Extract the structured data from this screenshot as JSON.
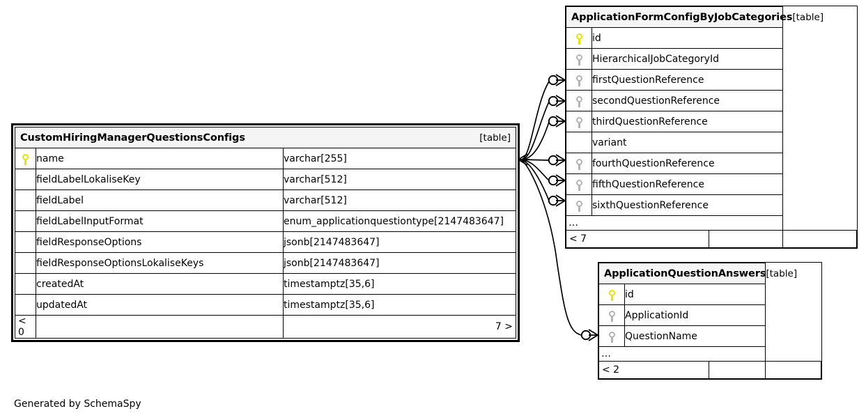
{
  "diagram": {
    "credit": "Generated by SchemaSpy",
    "table_tag": "[table]",
    "ellipsis": "…"
  },
  "tables": {
    "custom_hiring": {
      "name": "CustomHiringManagerQuestionsConfigs",
      "tag": "[table]",
      "columns": [
        {
          "key": "primary",
          "name": "name",
          "type": "varchar[255]"
        },
        {
          "key": "none",
          "name": "fieldLabelLokaliseKey",
          "type": "varchar[512]"
        },
        {
          "key": "none",
          "name": "fieldLabel",
          "type": "varchar[512]"
        },
        {
          "key": "none",
          "name": "fieldLabelInputFormat",
          "type": "enum_applicationquestiontype[2147483647]"
        },
        {
          "key": "none",
          "name": "fieldResponseOptions",
          "type": "jsonb[2147483647]"
        },
        {
          "key": "none",
          "name": "fieldResponseOptionsLokaliseKeys",
          "type": "jsonb[2147483647]"
        },
        {
          "key": "none",
          "name": "createdAt",
          "type": "timestamptz[35,6]"
        },
        {
          "key": "none",
          "name": "updatedAt",
          "type": "timestamptz[35,6]"
        }
      ],
      "footer_left": "< 0",
      "footer_mid": "",
      "footer_right": "7 >"
    },
    "app_form_config": {
      "name": "ApplicationFormConfigByJobCategories",
      "tag": "[table]",
      "columns": [
        {
          "key": "primary",
          "name": "id"
        },
        {
          "key": "foreign",
          "name": "HierarchicalJobCategoryId"
        },
        {
          "key": "foreign",
          "name": "firstQuestionReference"
        },
        {
          "key": "foreign",
          "name": "secondQuestionReference"
        },
        {
          "key": "foreign",
          "name": "thirdQuestionReference"
        },
        {
          "key": "none",
          "name": "variant"
        },
        {
          "key": "foreign",
          "name": "fourthQuestionReference"
        },
        {
          "key": "foreign",
          "name": "fifthQuestionReference"
        },
        {
          "key": "foreign",
          "name": "sixthQuestionReference"
        }
      ],
      "ellipsis": "…",
      "footer_left": "< 7",
      "footer_mid": "",
      "footer_right": ""
    },
    "app_question_answers": {
      "name": "ApplicationQuestionAnswers",
      "tag": "[table]",
      "columns": [
        {
          "key": "primary",
          "name": "id"
        },
        {
          "key": "foreign",
          "name": "ApplicationId"
        },
        {
          "key": "foreign",
          "name": "QuestionName"
        }
      ],
      "ellipsis": "…",
      "footer_left": "< 2",
      "footer_mid": "",
      "footer_right": ""
    }
  },
  "relationships": [
    {
      "from": "CustomHiringManagerQuestionsConfigs.name",
      "to": "ApplicationFormConfigByJobCategories.firstQuestionReference"
    },
    {
      "from": "CustomHiringManagerQuestionsConfigs.name",
      "to": "ApplicationFormConfigByJobCategories.secondQuestionReference"
    },
    {
      "from": "CustomHiringManagerQuestionsConfigs.name",
      "to": "ApplicationFormConfigByJobCategories.thirdQuestionReference"
    },
    {
      "from": "CustomHiringManagerQuestionsConfigs.name",
      "to": "ApplicationFormConfigByJobCategories.fourthQuestionReference"
    },
    {
      "from": "CustomHiringManagerQuestionsConfigs.name",
      "to": "ApplicationFormConfigByJobCategories.fifthQuestionReference"
    },
    {
      "from": "CustomHiringManagerQuestionsConfigs.name",
      "to": "ApplicationFormConfigByJobCategories.sixthQuestionReference"
    },
    {
      "from": "CustomHiringManagerQuestionsConfigs.name",
      "to": "ApplicationQuestionAnswers.QuestionName"
    }
  ],
  "colors": {
    "primary_key": "#e6e600",
    "foreign_key": "#b3b3b3",
    "border": "#000000",
    "title_background": "#f5f5f5",
    "page_background": "#ffffff"
  }
}
